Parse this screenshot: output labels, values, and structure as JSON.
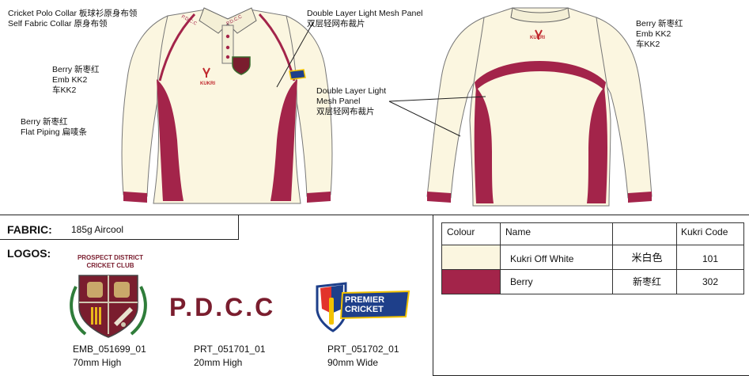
{
  "annotations": {
    "collar": [
      "Cricket Polo Collar 板球衫原身布领",
      "Self Fabric Collar  原身布领"
    ],
    "mesh_top": [
      "Double Layer Light Mesh Panel",
      "双层轻网布裁片"
    ],
    "berry_left": [
      "Berry  新枣红",
      "Emb KK2",
      "车KK2"
    ],
    "piping": [
      "Berry   新枣红",
      "Flat Piping   扁唛条"
    ],
    "mesh_mid": [
      "Double Layer Light",
      "Mesh Panel",
      "双层轻网布裁片"
    ],
    "berry_right": [
      "Berry  新枣红",
      "Emb KK2",
      "车KK2"
    ]
  },
  "garment": {
    "collar_text": "P.D.C.C",
    "logo_word": "KUKRI",
    "colors": {
      "cream": "#fbf6e0",
      "berry": "#a3244a",
      "outline": "#666666"
    }
  },
  "fabric": {
    "label": "FABRIC:",
    "value": "185g Aircool"
  },
  "logos": {
    "label": "LOGOS:",
    "crest_text": [
      "PROSPECT DISTRICT",
      "CRICKET CLUB"
    ],
    "pdcc_text": "P.D.C.C",
    "premier_text": [
      "PREMIER",
      "CRICKET"
    ],
    "items": [
      {
        "code": "EMB_051699_01",
        "size": "70mm High"
      },
      {
        "code": "PRT_051701_01",
        "size": "20mm High"
      },
      {
        "code": "PRT_051702_01",
        "size": "90mm Wide"
      }
    ]
  },
  "colour_table": {
    "headers": [
      "Colour",
      "Name",
      "",
      "Kukri Code"
    ],
    "rows": [
      {
        "swatch": "#fbf6e0",
        "name": "Kukri Off White",
        "chinese": "米白色",
        "code": "101"
      },
      {
        "swatch": "#a3244a",
        "name": "Berry",
        "chinese": "新枣红",
        "code": "302"
      }
    ]
  }
}
